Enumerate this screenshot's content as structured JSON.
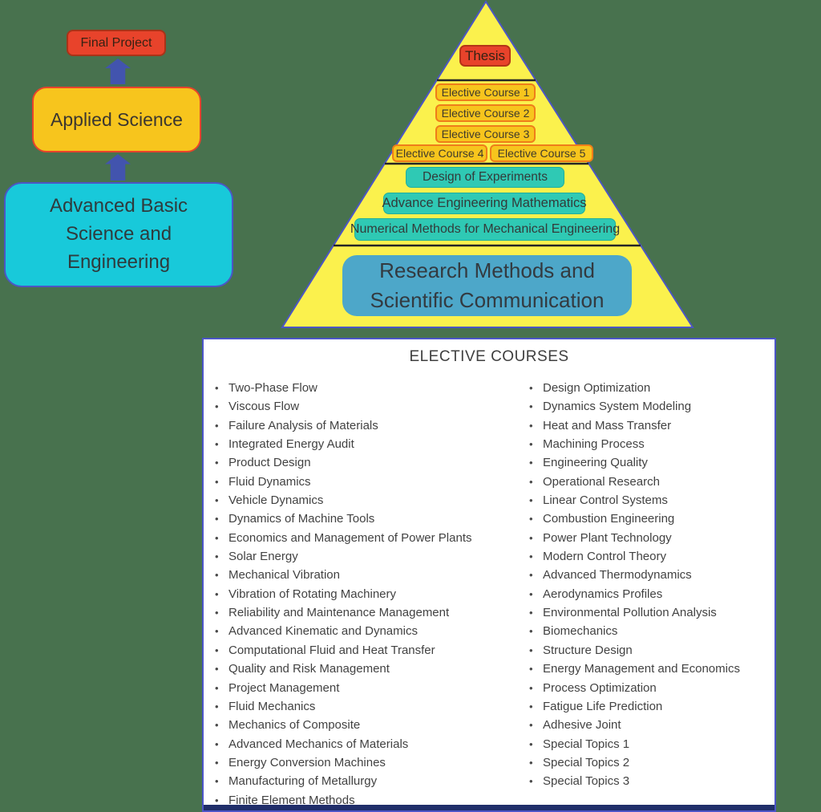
{
  "flowchart": {
    "top": "Final Project",
    "middle": "Applied Science",
    "bottom": "Advanced Basic Science and Engineering"
  },
  "pyramid": {
    "thesis": "Thesis",
    "electives": [
      "Elective Course 1",
      "Elective Course 2",
      "Elective Course 3",
      "Elective Course 4",
      "Elective Course 5"
    ],
    "core": [
      "Design of Experiments",
      "Advance Engineering Mathematics",
      "Numerical Methods for Mechanical Engineering"
    ],
    "base": "Research Methods and Scientific Communication"
  },
  "elective_panel": {
    "title": "ELECTIVE COURSES",
    "left_column": [
      "Two-Phase Flow",
      "Viscous Flow",
      "Failure Analysis of Materials",
      "Integrated Energy Audit",
      "Product Design",
      "Fluid Dynamics",
      "Vehicle Dynamics",
      "Dynamics of Machine Tools",
      "Economics and Management of Power Plants",
      "Solar Energy",
      "Mechanical Vibration",
      "Vibration of Rotating Machinery",
      "Reliability and Maintenance Management",
      "Advanced Kinematic and Dynamics",
      "Computational Fluid and Heat Transfer",
      "Quality and Risk Management",
      "Project Management",
      "Fluid Mechanics",
      "Mechanics of Composite",
      "Advanced Mechanics of Materials",
      "Energy Conversion Machines",
      "Manufacturing of Metallurgy",
      "Finite Element Methods"
    ],
    "right_column": [
      "Design Optimization",
      "Dynamics System Modeling",
      "Heat and Mass Transfer",
      "Machining Process",
      "Engineering Quality",
      "Operational Research",
      "Linear Control Systems",
      "Combustion Engineering",
      "Power Plant Technology",
      "Modern Control Theory",
      "Advanced Thermodynamics",
      "Aerodynamics Profiles",
      "Environmental Pollution Analysis",
      "Biomechanics",
      "Structure Design",
      "Energy Management and Economics",
      "Process Optimization",
      "Fatigue Life Prediction",
      "Adhesive Joint",
      "Special Topics 1",
      "Special Topics 2",
      "Special Topics 3"
    ]
  },
  "colors": {
    "bg": "#48724e",
    "pyramid_yellow": "#fbf14d",
    "pyramid_border": "#4c56c4",
    "red": "#e8432b",
    "gold": "#f7c51d",
    "orange_border": "#ef7d1a",
    "cyan": "#18c9da",
    "teal": "#2fc9b4",
    "steel_blue": "#4da7c9",
    "arrow_blue": "#4254ae",
    "panel_border": "#4c55c8",
    "navy_bar": "#202e6a"
  }
}
